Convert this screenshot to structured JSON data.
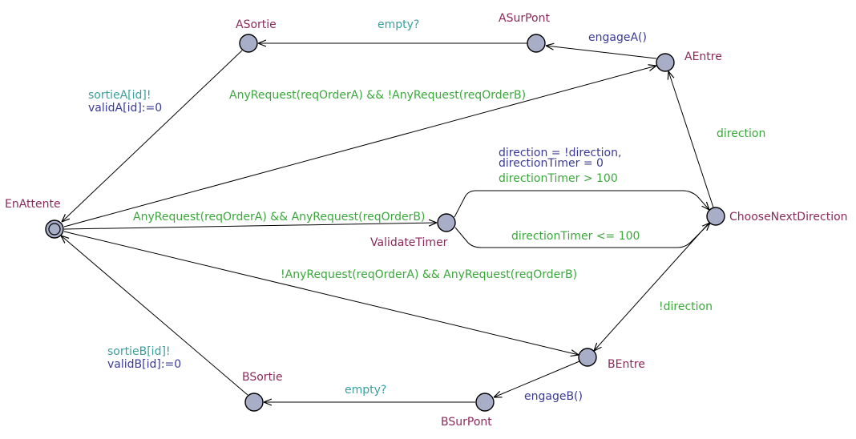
{
  "colors": {
    "location_fill": "#a8aec8",
    "location_name": "#8a2a5a",
    "guard": "#3aa83a",
    "sync": "#3a9e9e",
    "assignment": "#3a3a96",
    "edge": "#000000"
  },
  "locations": [
    {
      "id": "EnAttente",
      "name": "EnAttente",
      "initial": true
    },
    {
      "id": "ASortie",
      "name": "ASortie"
    },
    {
      "id": "ASurPont",
      "name": "ASurPont"
    },
    {
      "id": "AEntre",
      "name": "AEntre"
    },
    {
      "id": "ValidateTimer",
      "name": "ValidateTimer"
    },
    {
      "id": "ChooseNextDirection",
      "name": "ChooseNextDirection"
    },
    {
      "id": "BEntre",
      "name": "BEntre"
    },
    {
      "id": "BSurPont",
      "name": "BSurPont"
    },
    {
      "id": "BSortie",
      "name": "BSortie"
    }
  ],
  "edges": [
    {
      "id": "asurpont_asortie",
      "from": "ASurPont",
      "to": "ASortie",
      "sync": "empty?"
    },
    {
      "id": "aentre_asurpont",
      "from": "AEntre",
      "to": "ASurPont",
      "assignment": "engageA()"
    },
    {
      "id": "asortie_enattente",
      "from": "ASortie",
      "to": "EnAttente",
      "sync": "sortieA[id]!",
      "assignment": "validA[id]:=0"
    },
    {
      "id": "enattente_aentre",
      "from": "EnAttente",
      "to": "AEntre",
      "guard": "AnyRequest(reqOrderA) && !AnyRequest(reqOrderB)"
    },
    {
      "id": "choose_aentre",
      "from": "ChooseNextDirection",
      "to": "AEntre",
      "guard": "direction"
    },
    {
      "id": "validate_choose_top",
      "from": "ValidateTimer",
      "to": "ChooseNextDirection",
      "assignment_lines": [
        "direction = !direction,",
        "directionTimer = 0"
      ],
      "guard": "directionTimer > 100"
    },
    {
      "id": "validate_choose_bottom",
      "from": "ValidateTimer",
      "to": "ChooseNextDirection",
      "guard": "directionTimer <= 100"
    },
    {
      "id": "enattente_validate",
      "from": "EnAttente",
      "to": "ValidateTimer",
      "guard": "AnyRequest(reqOrderA) && AnyRequest(reqOrderB)"
    },
    {
      "id": "enattente_bentre",
      "from": "EnAttente",
      "to": "BEntre",
      "guard": "!AnyRequest(reqOrderA) && AnyRequest(reqOrderB)"
    },
    {
      "id": "choose_bentre",
      "from": "ChooseNextDirection",
      "to": "BEntre",
      "guard": "!direction"
    },
    {
      "id": "bentre_bsurpont",
      "from": "BEntre",
      "to": "BSurPont",
      "assignment": "engageB()"
    },
    {
      "id": "bsurpont_bsortie",
      "from": "BSurPont",
      "to": "BSortie",
      "sync": "empty?"
    },
    {
      "id": "bsortie_enattente",
      "from": "BSortie",
      "to": "EnAttente",
      "sync": "sortieB[id]!",
      "assignment": "validB[id]:=0"
    }
  ]
}
